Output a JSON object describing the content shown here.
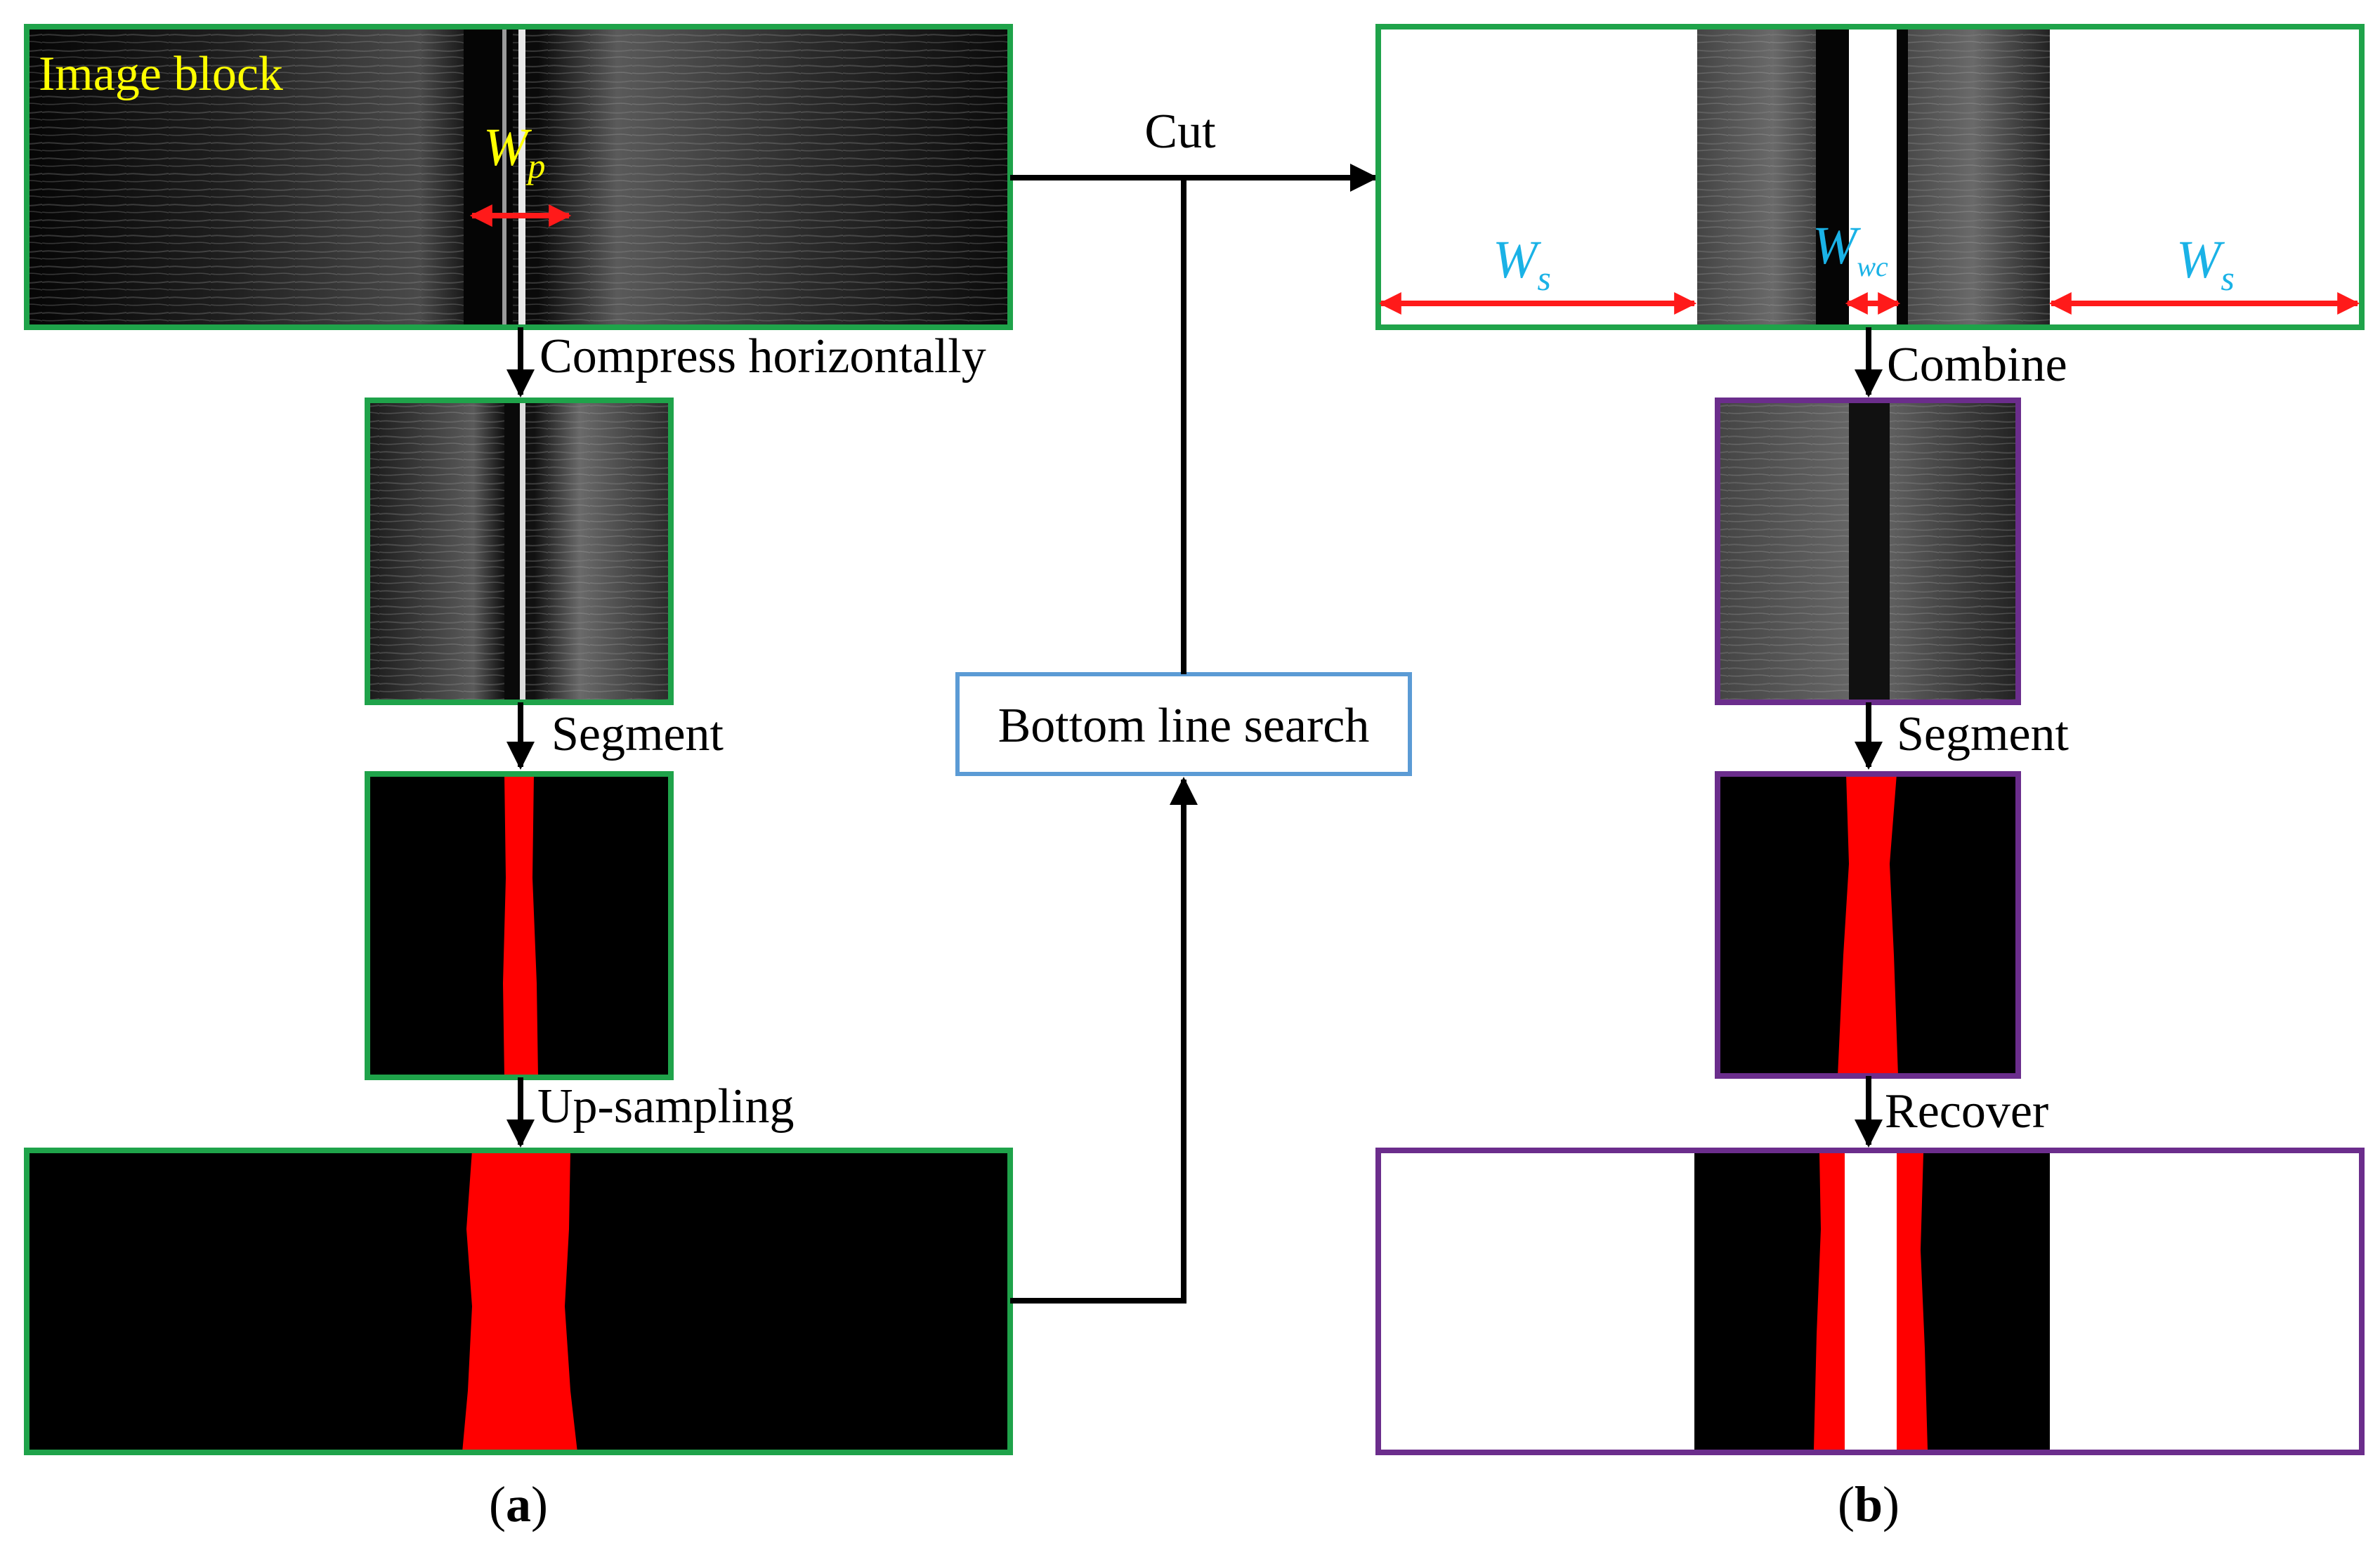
{
  "labels": {
    "image_block": "Image block",
    "wp_main": "W",
    "wp_sub": "p",
    "cut": "Cut",
    "compress": "Compress horizontally",
    "segment_left": "Segment",
    "upsampling": "Up-sampling",
    "bottom_line_search": "Bottom line search",
    "ws_left_main": "W",
    "ws_left_sub": "s",
    "wwc_main": "W",
    "wwc_sub": "wc",
    "ws_right_main": "W",
    "ws_right_sub": "s",
    "combine": "Combine",
    "segment_right": "Segment",
    "recover": "Recover",
    "panel_a_open": "(",
    "panel_a_letter": "a",
    "panel_a_close": ")",
    "panel_b_open": "(",
    "panel_b_letter": "b",
    "panel_b_close": ")"
  },
  "colors": {
    "green_border": "#1fa34a",
    "purple_border": "#6b2d8c",
    "blue_box_border": "#5b9bd5",
    "segment_red": "#ff0000",
    "width_arrow_red": "#ff1a1a",
    "yellow_label": "#ffff00",
    "cyan_label": "#1ab2e6",
    "flow_arrow": "#000000"
  }
}
